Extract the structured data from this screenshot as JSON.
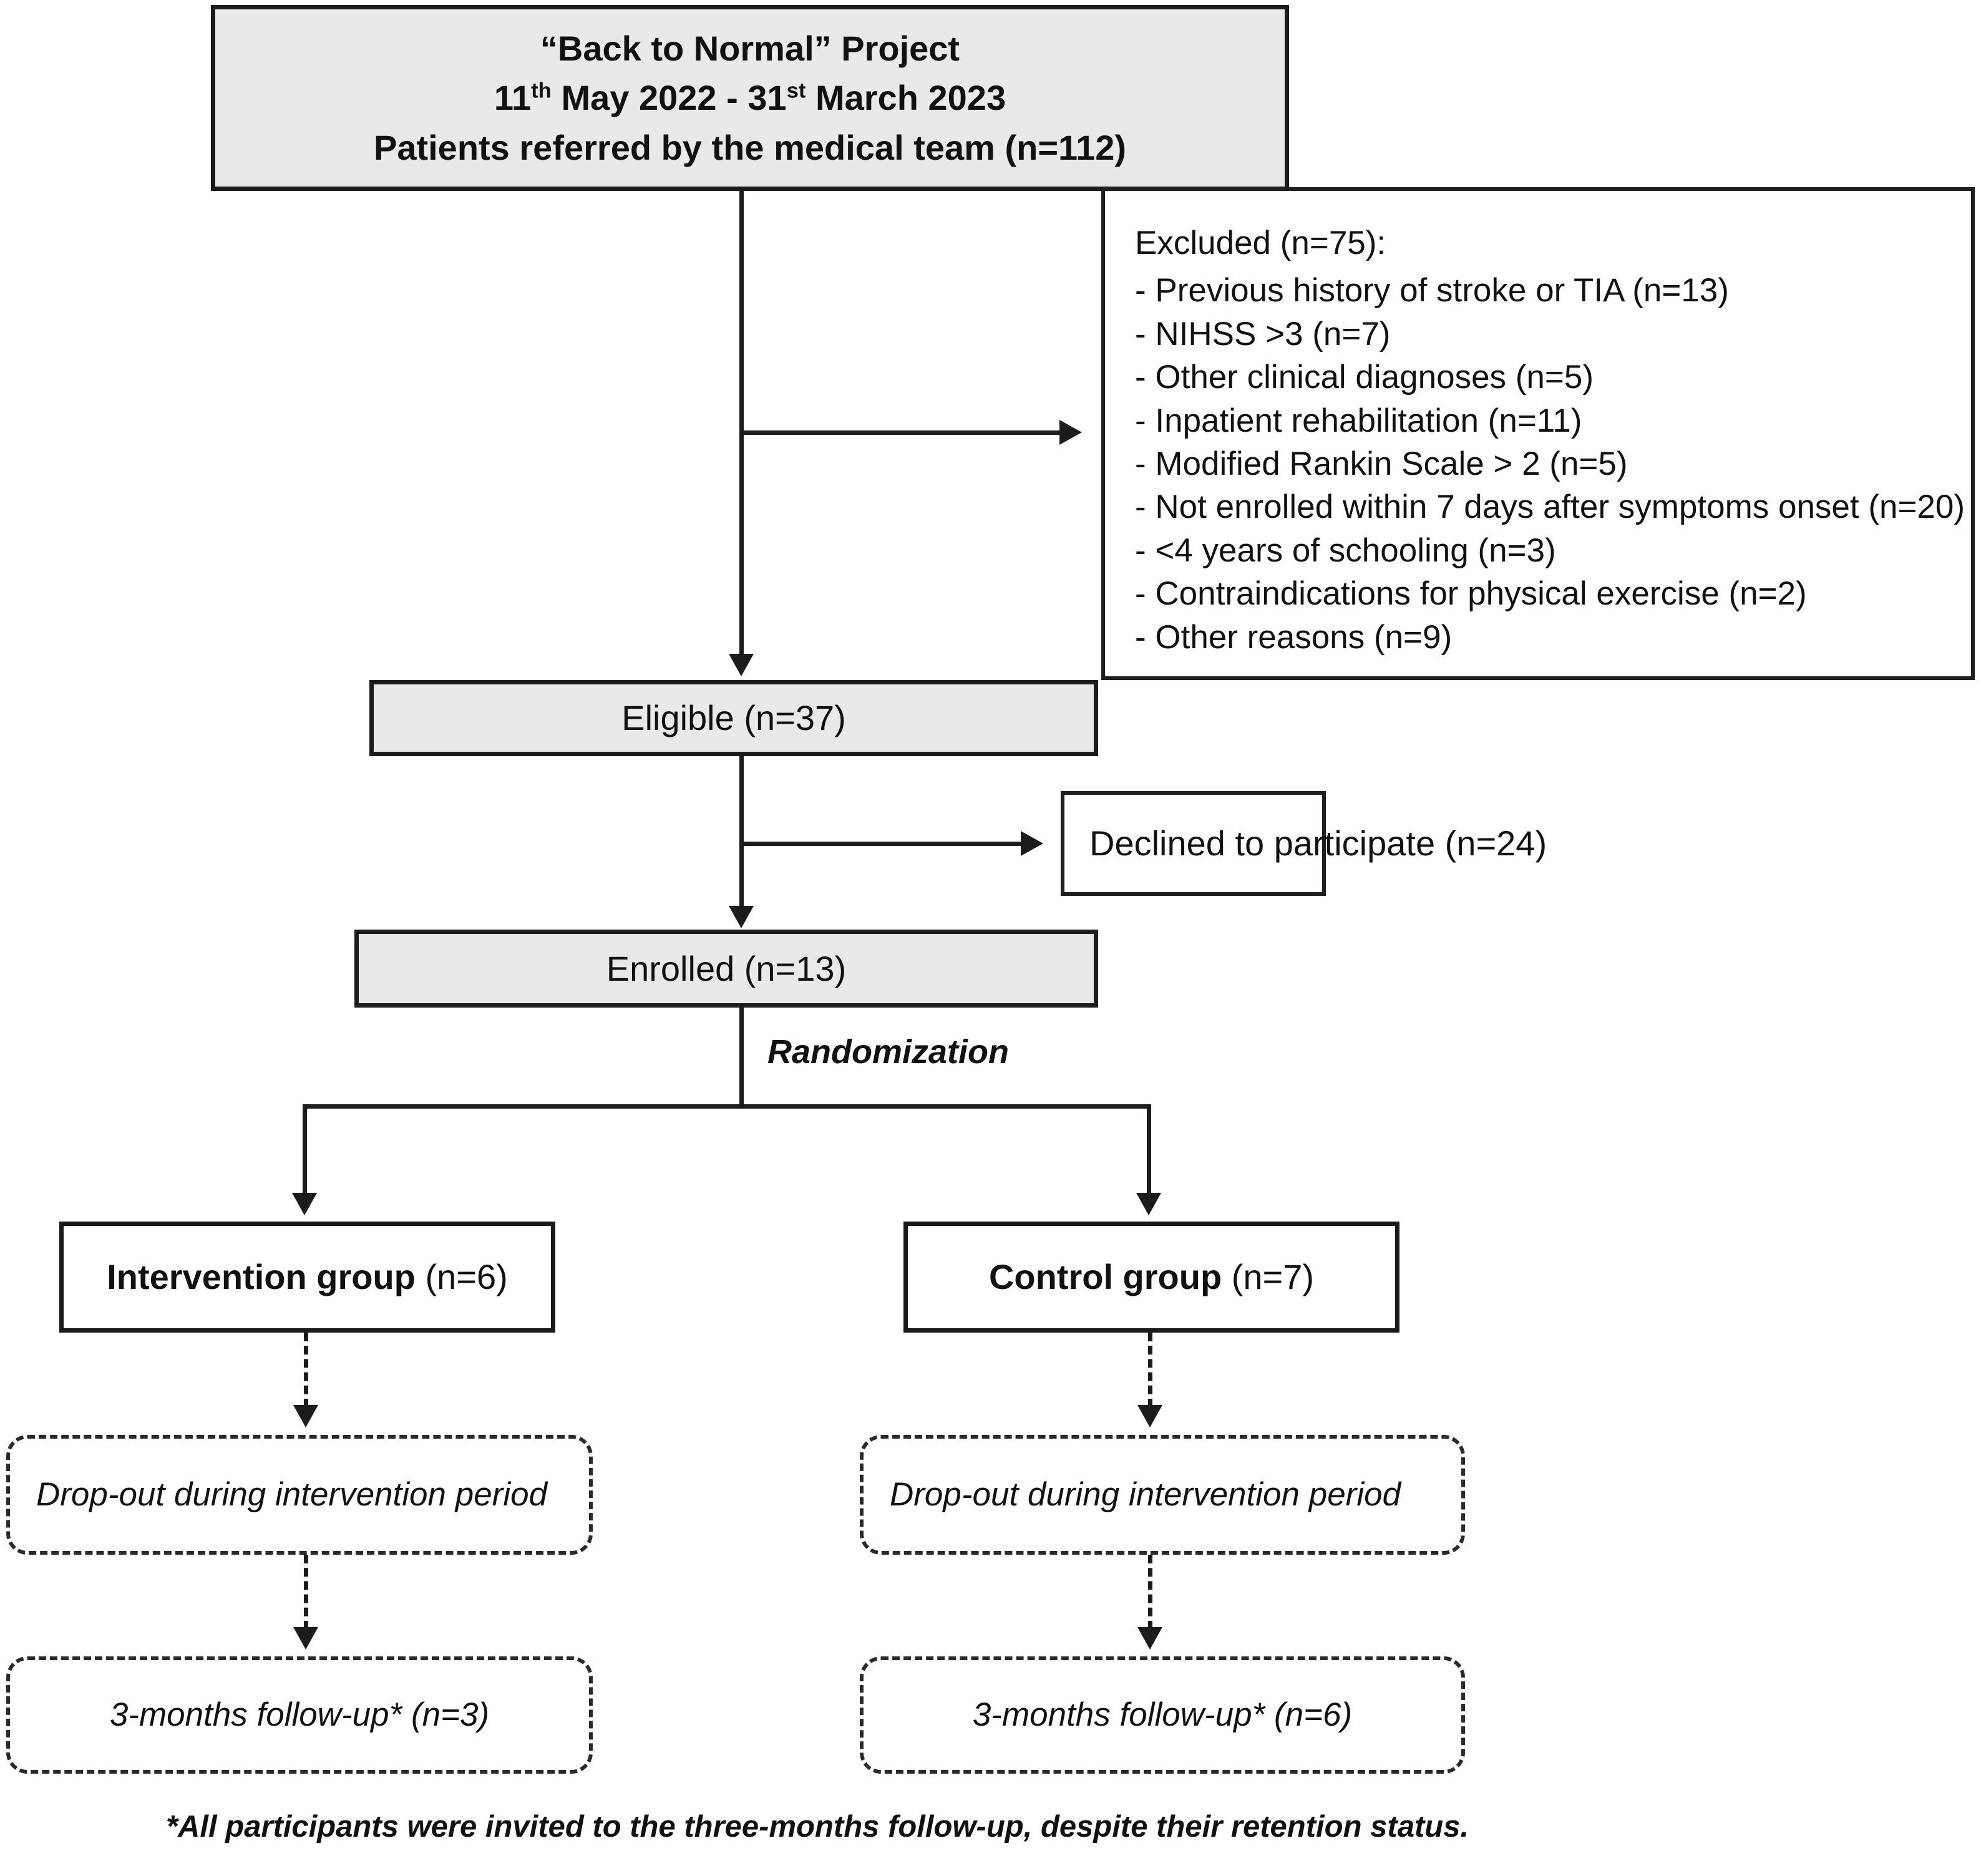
{
  "figure": {
    "type": "consort-flow-diagram",
    "title_box": {
      "line1": "“Back to Normal” Project",
      "line2_pre": "11",
      "line2_sup1": "th",
      "line2_mid": " May 2022 - 31",
      "line2_sup2": "st",
      "line2_post": " March 2023",
      "line3": "Patients referred by the medical team (n=112)"
    },
    "excluded_box": {
      "heading": "Excluded (n=75):",
      "items": [
        "- Previous history of stroke or TIA (n=13)",
        "- NIHSS >3 (n=7)",
        "- Other clinical diagnoses (n=5)",
        "- Inpatient rehabilitation (n=11)",
        "- Modified Rankin Scale > 2 (n=5)",
        "- Not enrolled within 7 days after symptoms onset (n=20)",
        "- <4 years of schooling (n=3)",
        "- Contraindications for physical exercise (n=2)",
        "- Other reasons (n=9)"
      ]
    },
    "eligible_box": {
      "label": "Eligible (n=37)"
    },
    "declined_box": {
      "label": "Declined to participate (n=24)"
    },
    "enrolled_box": {
      "label": "Enrolled (n=13)"
    },
    "randomization_label": "Randomization",
    "intervention_group": {
      "bold": "Intervention group",
      "rest": " (n=6)"
    },
    "control_group": {
      "bold": "Control group",
      "rest": " (n=7)"
    },
    "dropout_left": {
      "label": "Drop-out during intervention period"
    },
    "dropout_right": {
      "label": "Drop-out during intervention period"
    },
    "followup_left": {
      "label": "3-months follow-up* (n=3)"
    },
    "followup_right": {
      "label": "3-months follow-up* (n=6)"
    },
    "footnote": "*All participants were invited to the three-months follow-up, despite their retention status."
  },
  "colors": {
    "shaded_fill": "#e9e9e9",
    "stroke": "#1c1c1c",
    "background": "#ffffff"
  }
}
